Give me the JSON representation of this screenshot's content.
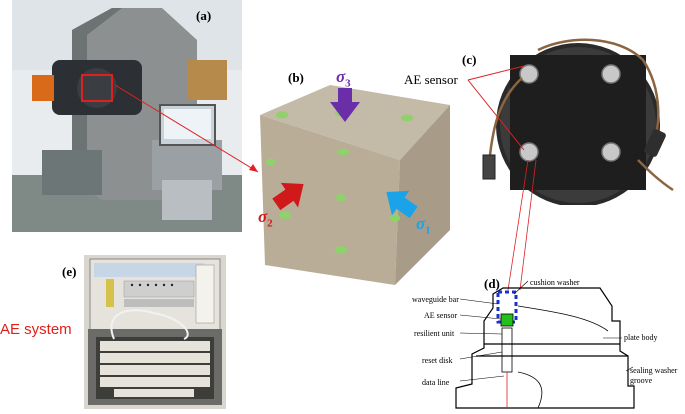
{
  "panels": {
    "a": {
      "label": "(a)"
    },
    "b": {
      "label": "(b)"
    },
    "c": {
      "label": "(c)"
    },
    "d": {
      "label": "(d)"
    },
    "e": {
      "label": "(e)"
    }
  },
  "stress": {
    "s3": {
      "symbol": "σ",
      "sub": "3",
      "color": "#6a2fa8"
    },
    "s2": {
      "symbol": "σ",
      "sub": "2",
      "color": "#d01a1a"
    },
    "s1": {
      "symbol": "σ",
      "sub": "1",
      "color": "#1aa3e8"
    }
  },
  "labels": {
    "ae_sensor": "AE sensor",
    "ae_system": "AE system"
  },
  "diagram_labels": {
    "cushion_washer": "cushion washer",
    "waveguide_bar": "waveguide bar",
    "ae_sensor": "AE sensor",
    "resilient_unit": "resilient unit",
    "reset_disk": "reset disk",
    "data_line": "data line",
    "plate_body": "plate body",
    "sealing_washer": "sealing washer",
    "groove": "groove"
  },
  "colors": {
    "connector": "#e02020",
    "sensor_dot": "#8fd16a",
    "sensor_green": "#22c01a",
    "washer_blue": "#1a2fd0"
  }
}
